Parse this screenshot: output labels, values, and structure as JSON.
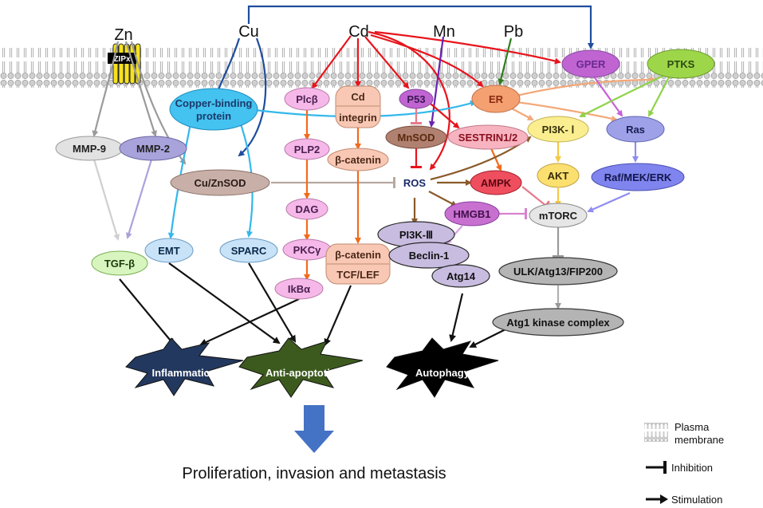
{
  "metals": {
    "zn": "Zn",
    "cu": "Cu",
    "cd": "Cd",
    "mn": "Mn",
    "pb": "Pb"
  },
  "transporter": "ZIPx",
  "nodes": {
    "gper": "GPER",
    "ptks": "PTKS",
    "copper_binding_1": "Copper-binding",
    "copper_binding_2": "protein",
    "plcb": "Plcβ",
    "cd_integrin_1": "Cd",
    "cd_integrin_2": "integrin",
    "p53": "P53",
    "er": "ER",
    "mmp9": "MMP-9",
    "mmp2": "MMP-2",
    "mnsod": "MnSOD",
    "sestrin": "SESTRIN1/2",
    "pi3k1": "PI3K- Ⅰ",
    "ras": "Ras",
    "plp2": "PLP2",
    "beta_catenin_1": "β-catenin",
    "cuznsod": "Cu/ZnSOD",
    "ros": "ROS",
    "ampk": "AMPK",
    "akt": "AKT",
    "raf": "Raf/MEK/ERK",
    "dag": "DAG",
    "hmgb1": "HMGB1",
    "mtorc": "mTORC",
    "pi3k3": "PI3K-Ⅲ",
    "pkcy": "PKCγ",
    "beta_catenin_2": "β-catenin",
    "tcf_lef": "TCF/LEF",
    "tgfb": "TGF-β",
    "emt": "EMT",
    "sparc": "SPARC",
    "beclin1": "Beclin-1",
    "ulk": "ULK/Atg13/FIP200",
    "ikba": "IkBα",
    "atg14": "Atg14",
    "atg1": "Atg1 kinase complex"
  },
  "outcomes": {
    "inflammation": "Inflammation",
    "anti_apoptotic": "Anti-apoptotic",
    "autophagy": "Autophagy"
  },
  "final_outcome": "Proliferation, invasion and metastasis",
  "legend": {
    "membrane_1": "Plasma",
    "membrane_2": "membrane",
    "inhibition": "Inhibition",
    "stimulation": "Stimulation"
  },
  "colors": {
    "cu_arrow": "#1f4e9c",
    "cd_arrow": "#e8141c",
    "mn_arrow": "#6a22b0",
    "pb_arrow": "#2e7d1e",
    "orange_arrow": "#f26a1b",
    "brown_arrow": "#8a5a2a",
    "cyan_arrow": "#33b8ec",
    "gray_arrow": "#9a9a9a",
    "black_arrow": "#111111",
    "down_arrow": "#4472c4"
  }
}
